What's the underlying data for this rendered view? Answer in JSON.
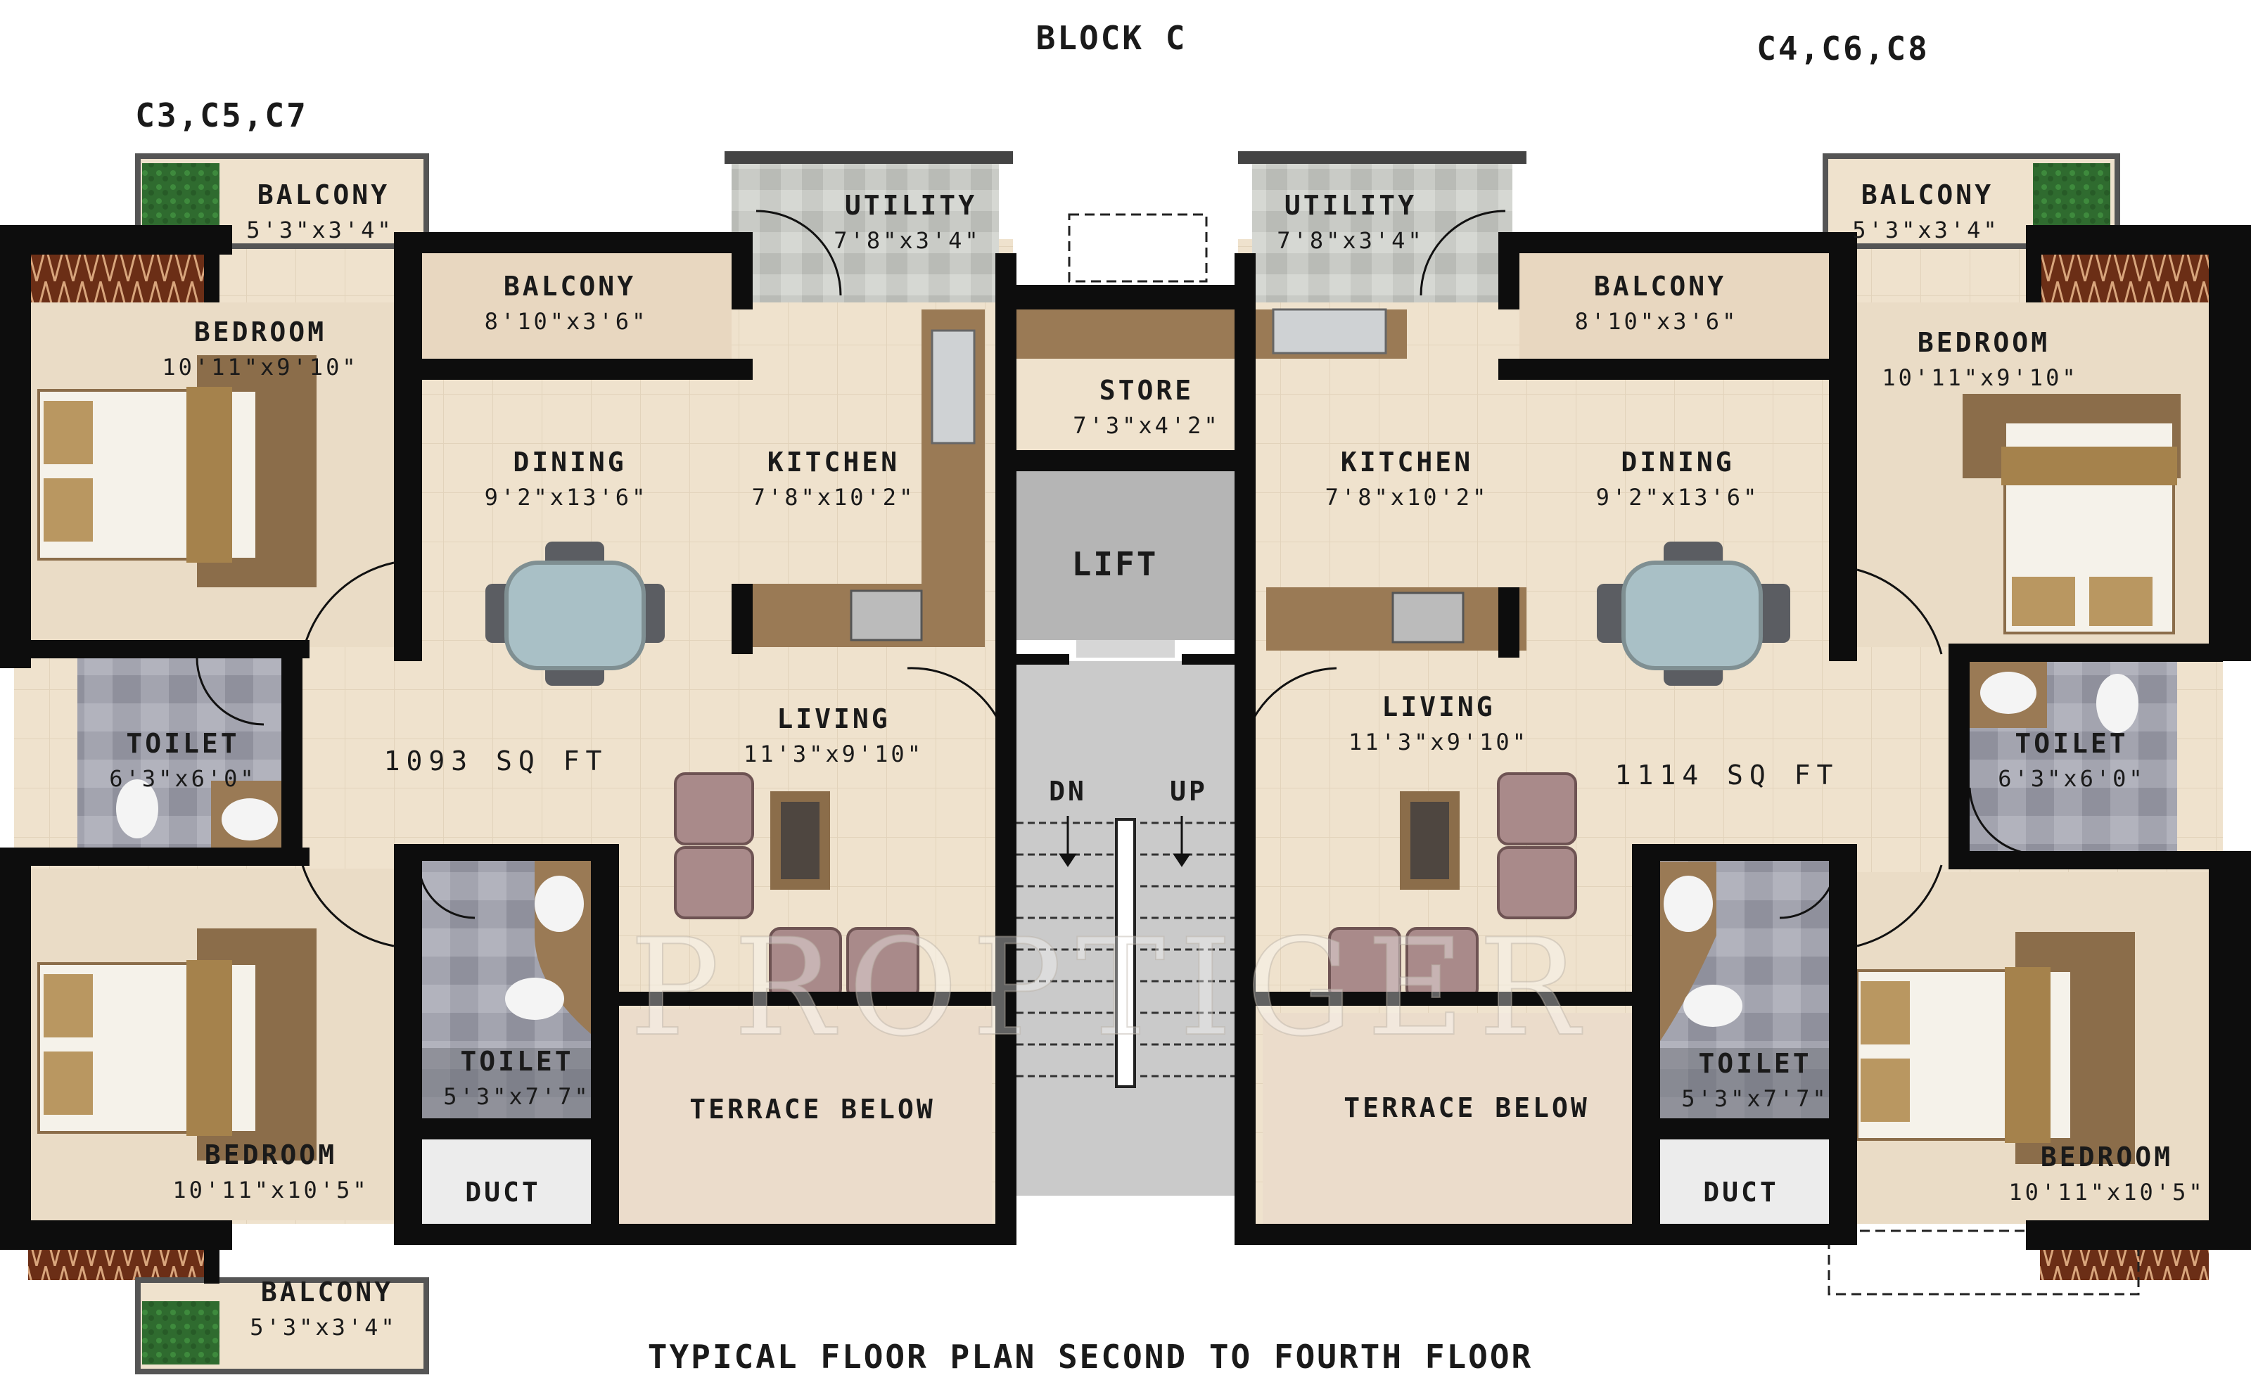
{
  "title": "BLOCK C",
  "subtitle": "TYPICAL FLOOR PLAN SECOND TO FOURTH FLOOR",
  "watermark": "PROPTIGER",
  "colors": {
    "wall": "#0d0d0d",
    "floor": "#efe2cd",
    "toilet": "#9fa0ab",
    "utility": "#c9cbc6",
    "counter": "#9a7a55",
    "lift": "#b5b5b5"
  },
  "left_unit": {
    "units_label": "C3,C5,C7",
    "area": "1093 SQ FT",
    "rooms": {
      "balcony_top": {
        "name": "BALCONY",
        "dim": "5'3\"x3'4\""
      },
      "bedroom_top": {
        "name": "BEDROOM",
        "dim": "10'11\"x9'10\""
      },
      "balcony_mid": {
        "name": "BALCONY",
        "dim": "8'10\"x3'6\""
      },
      "utility": {
        "name": "UTILITY",
        "dim": "7'8\"x3'4\""
      },
      "dining": {
        "name": "DINING",
        "dim": "9'2\"x13'6\""
      },
      "kitchen": {
        "name": "KITCHEN",
        "dim": "7'8\"x10'2\""
      },
      "toilet_1": {
        "name": "TOILET",
        "dim": "6'3\"x6'0\""
      },
      "living": {
        "name": "LIVING",
        "dim": "11'3\"x9'10\""
      },
      "toilet_2": {
        "name": "TOILET",
        "dim": "5'3\"x7'7\""
      },
      "bedroom_bottom": {
        "name": "BEDROOM",
        "dim": "10'11\"x10'5\""
      },
      "terrace": {
        "name": "TERRACE BELOW"
      },
      "duct": {
        "name": "DUCT"
      },
      "balcony_bottom": {
        "name": "BALCONY",
        "dim": "5'3\"x3'4\""
      }
    }
  },
  "right_unit": {
    "units_label": "C4,C6,C8",
    "area": "1114 SQ FT",
    "rooms": {
      "balcony_top": {
        "name": "BALCONY",
        "dim": "5'3\"x3'4\""
      },
      "bedroom_top": {
        "name": "BEDROOM",
        "dim": "10'11\"x9'10\""
      },
      "balcony_mid": {
        "name": "BALCONY",
        "dim": "8'10\"x3'6\""
      },
      "utility": {
        "name": "UTILITY",
        "dim": "7'8\"x3'4\""
      },
      "kitchen": {
        "name": "KITCHEN",
        "dim": "7'8\"x10'2\""
      },
      "dining": {
        "name": "DINING",
        "dim": "9'2\"x13'6\""
      },
      "living": {
        "name": "LIVING",
        "dim": "11'3\"x9'10\""
      },
      "toilet_1": {
        "name": "TOILET",
        "dim": "6'3\"x6'0\""
      },
      "toilet_2": {
        "name": "TOILET",
        "dim": "5'3\"x7'7\""
      },
      "bedroom_bottom": {
        "name": "BEDROOM",
        "dim": "10'11\"x10'5\""
      },
      "terrace": {
        "name": "TERRACE BELOW"
      },
      "duct": {
        "name": "DUCT"
      }
    }
  },
  "core": {
    "store": {
      "name": "STORE",
      "dim": "7'3\"x4'2\""
    },
    "lift": "LIFT",
    "stair_down": "DN",
    "stair_up": "UP"
  }
}
